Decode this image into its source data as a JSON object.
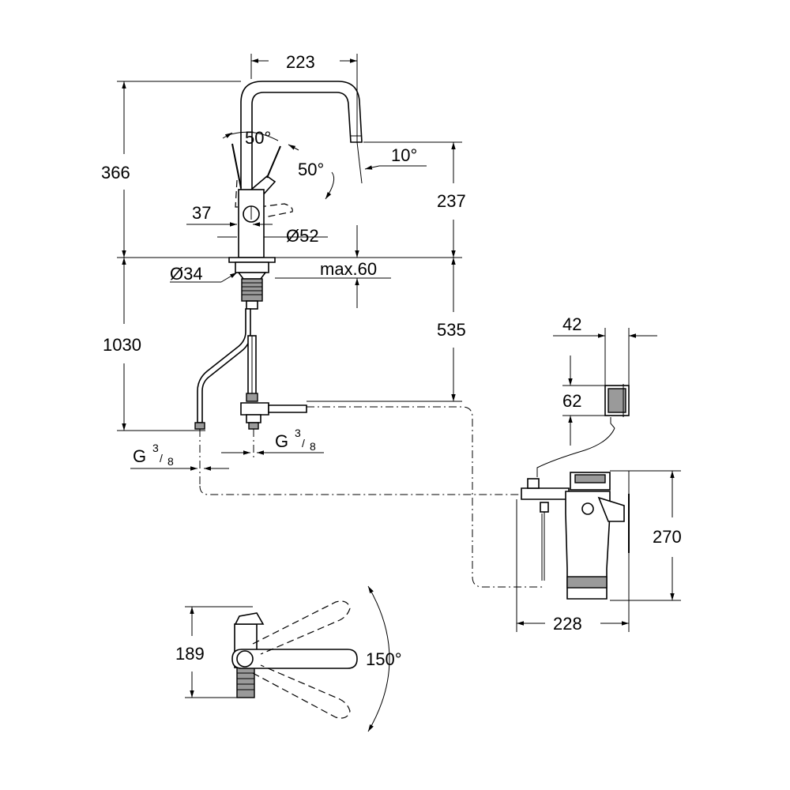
{
  "dimensions": {
    "spout_reach": "223",
    "total_height": "366",
    "spout_height": "237",
    "lever_angle_top": "50°",
    "lever_angle_side": "50°",
    "spout_tilt": "10°",
    "lever_offset": "37",
    "body_diameter": "Ø52",
    "base_diameter": "Ø34",
    "max_counter_thickness": "max.60",
    "hose_length": "1030",
    "under_sink_height": "535",
    "connection_left": "G",
    "connection_right": "G",
    "thread_num": "3",
    "thread_den": "8",
    "box_width": "42",
    "box_height": "62",
    "filter_height": "270",
    "filter_depth": "228",
    "swivel_depth": "189",
    "swivel_angle": "150°"
  }
}
